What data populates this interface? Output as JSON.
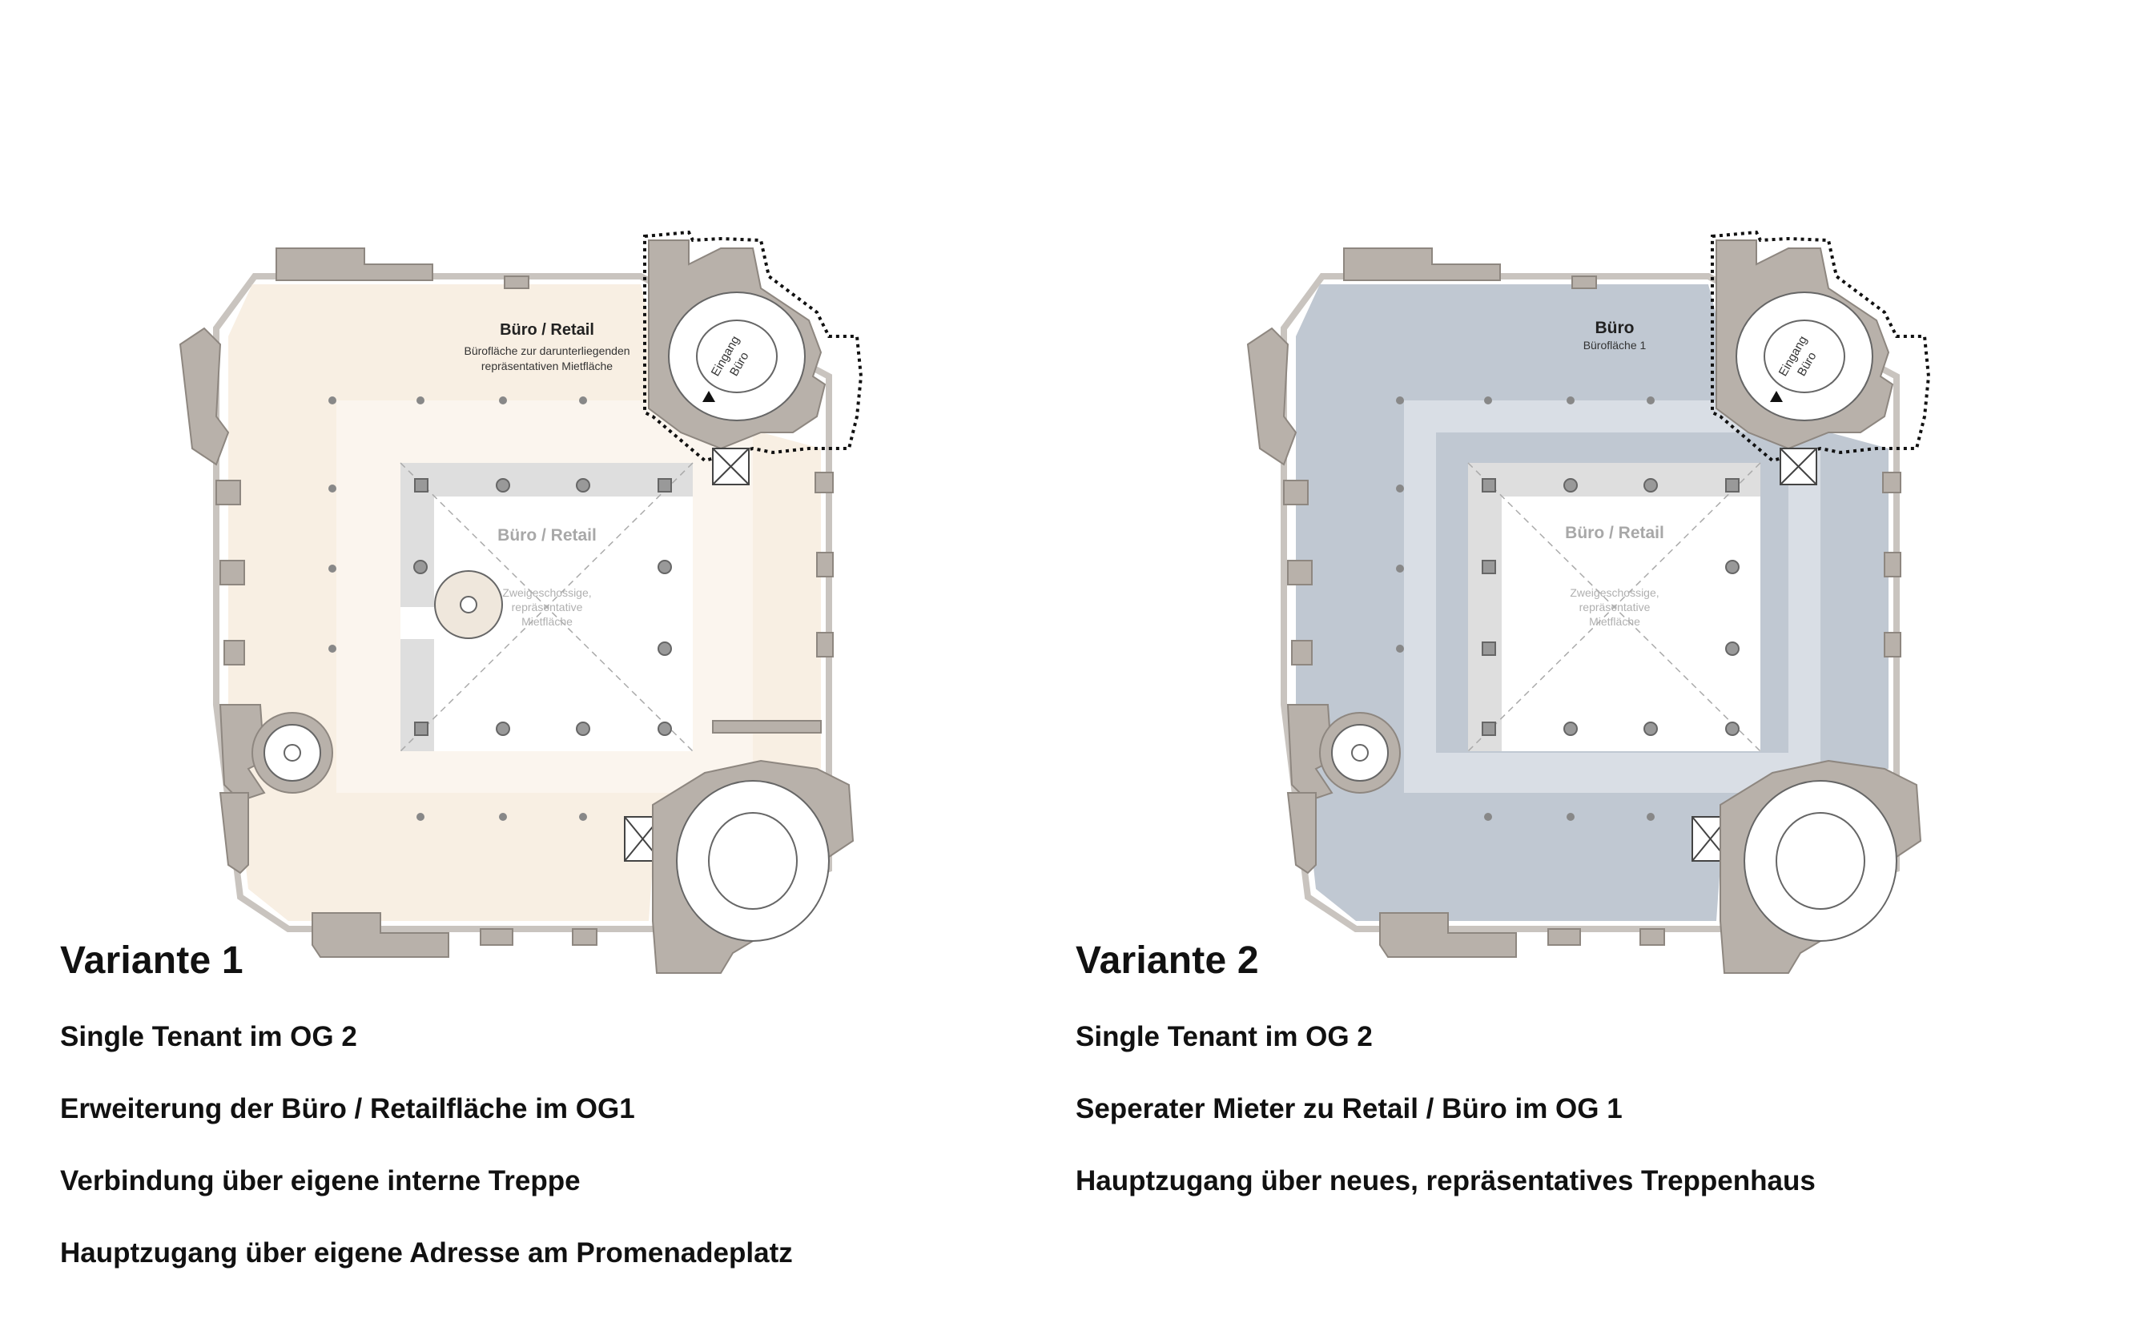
{
  "variants": [
    {
      "title": "Variante 1",
      "lines": [
        "Single Tenant im OG 2",
        "Erweiterung der Büro / Retailfläche im OG1",
        "Verbindung über eigene interne Treppe",
        "Hauptzugang über eigene Adresse am Promenadeplatz"
      ],
      "plan": {
        "area_label": "Büro / Retail",
        "area_sub_1": "Bürofläche zur darunterliegenden",
        "area_sub_2": "repräsentativen Mietfläche",
        "atrium_label": "Büro / Retail",
        "atrium_sub_1": "Zweigeschossige,",
        "atrium_sub_2": "repräsentative",
        "atrium_sub_3": "Mietfläche",
        "entrance_1": "Eingang",
        "entrance_2": "Büro",
        "fill_color": "#f8efe3",
        "inner_color": "#fbf5ee"
      }
    },
    {
      "title": "Variante 2",
      "lines": [
        "Single Tenant im OG 2",
        "Seperater Mieter zu Retail / Büro im OG 1",
        "Hauptzugang über neues, repräsentatives Treppenhaus"
      ],
      "plan": {
        "area_label": "Büro",
        "area_sub_1": "Bürofläche 1",
        "area_sub_2": "",
        "atrium_label": "Büro / Retail",
        "atrium_sub_1": "Zweigeschossige,",
        "atrium_sub_2": "repräsentative",
        "atrium_sub_3": "Mietfläche",
        "entrance_1": "Eingang",
        "entrance_2": "Büro",
        "fill_color": "#c0c8d2",
        "inner_color": "#d9dee5"
      }
    }
  ],
  "colors": {
    "wall": "#b8b1aa",
    "wall_stroke": "#8e8780",
    "gallery": "#dedede"
  }
}
